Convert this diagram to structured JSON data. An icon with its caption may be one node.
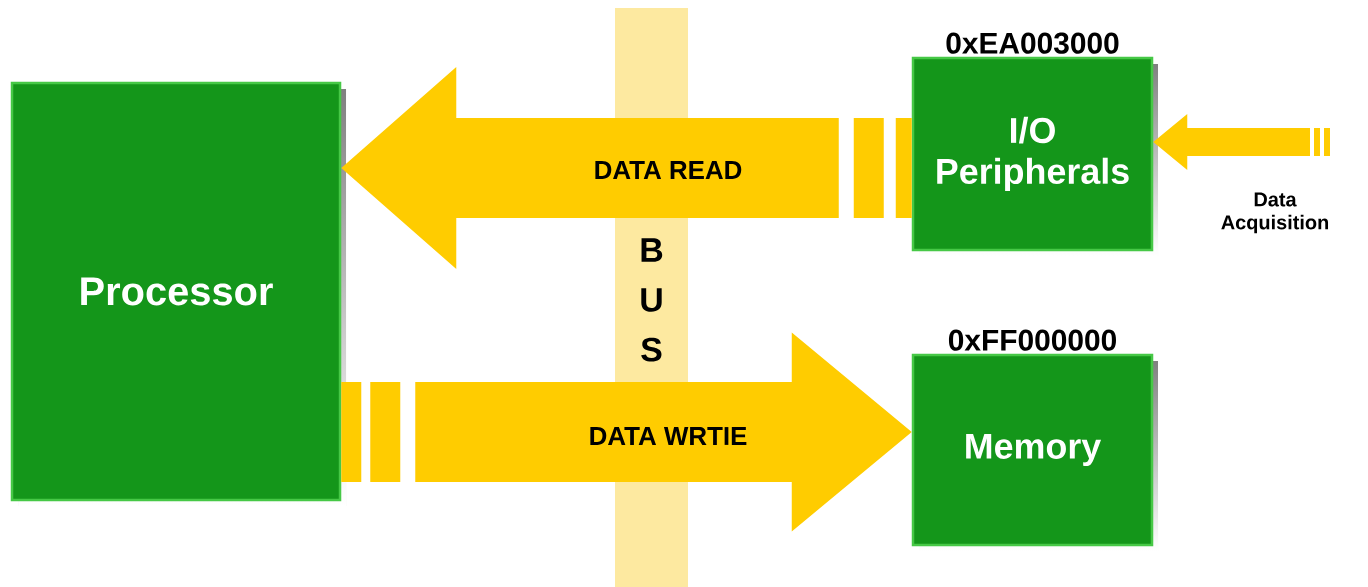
{
  "diagram": {
    "nodes": [
      {
        "text": [
          "Processor"
        ]
      },
      {
        "text": [
          "0xEA003000",
          "I/O Peripherals"
        ]
      },
      {
        "text": [
          "0xFF000000",
          "Memory"
        ]
      }
    ],
    "edges": [
      {
        "from": 1,
        "to": 0,
        "arrow": "to",
        "label": "DATA READ"
      },
      {
        "from": 0,
        "to": 2,
        "arrow": "to",
        "label": "DATA WRTIE"
      },
      {
        "from": null,
        "to": 1,
        "arrow": "to",
        "label": "Data Acquisition"
      }
    ],
    "labels": [
      "B U S"
    ]
  }
}
